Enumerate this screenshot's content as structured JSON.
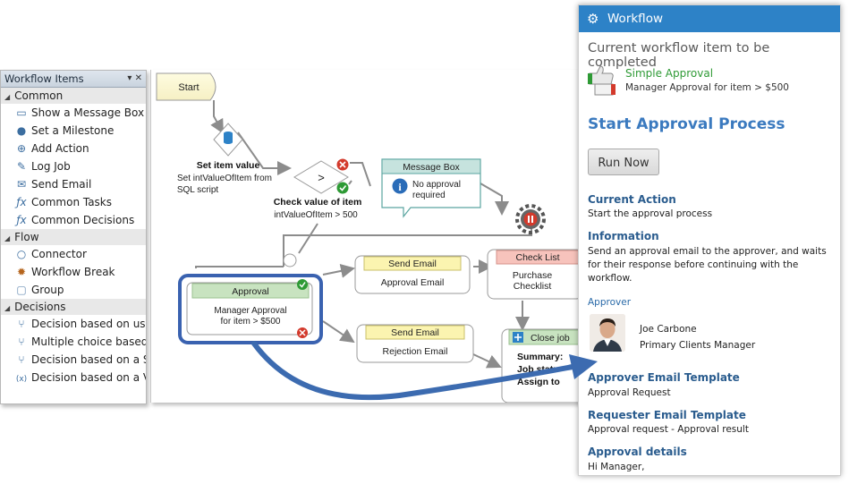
{
  "toolbox": {
    "title": "Workflow Items",
    "controls": "▾ ✕",
    "categories": [
      {
        "label": "Common",
        "items": [
          {
            "label": "Show a Message Box",
            "icon": "message-box-icon"
          },
          {
            "label": "Set a Milestone",
            "icon": "milestone-icon"
          },
          {
            "label": "Add Action",
            "icon": "add-action-icon"
          },
          {
            "label": "Log Job",
            "icon": "log-job-icon"
          },
          {
            "label": "Send Email",
            "icon": "email-icon"
          },
          {
            "label": "Common Tasks",
            "icon": "function-icon"
          },
          {
            "label": "Common Decisions",
            "icon": "function-icon"
          }
        ]
      },
      {
        "label": "Flow",
        "items": [
          {
            "label": "Connector",
            "icon": "connector-icon"
          },
          {
            "label": "Workflow Break",
            "icon": "gear-icon"
          },
          {
            "label": "Group",
            "icon": "group-icon"
          }
        ]
      },
      {
        "label": "Decisions",
        "items": [
          {
            "label": "Decision based on us",
            "icon": "decision-icon"
          },
          {
            "label": "Multiple choice based",
            "icon": "decision-icon"
          },
          {
            "label": "Decision based on a S",
            "icon": "decision-icon"
          },
          {
            "label": "Decision based on a V",
            "icon": "variable-icon"
          }
        ]
      }
    ]
  },
  "canvas": {
    "start": "Start",
    "set_item_title": "Set item value",
    "set_item_desc1": "Set intValueOfItem from",
    "set_item_desc2": "SQL script",
    "gt_symbol": ">",
    "check_title": "Check value of item",
    "check_desc": "intValueOfItem > 500",
    "message_box_title": "Message Box",
    "message_box_body1": "No approval",
    "message_box_body2": "required",
    "approval_title": "Approval",
    "approval_body1": "Manager Approval",
    "approval_body2": "for item > $500",
    "send_email_1_title": "Send Email",
    "send_email_1_body": "Approval Email",
    "send_email_2_title": "Send Email",
    "send_email_2_body": "Rejection Email",
    "checklist_title": "Check List",
    "checklist_body1": "Purchase",
    "checklist_body2": "Checklist",
    "close_job_title": "Close job",
    "close_job_line1": "Summary:",
    "close_job_line2": "Job statu",
    "close_job_line3": "Assign to"
  },
  "panel": {
    "header": "Workflow",
    "subtitle": "Current workflow item to be completed",
    "item_name": "Simple Approval",
    "item_desc": "Manager Approval for item > $500",
    "title": "Start Approval Process",
    "run_button": "Run Now",
    "current_action_h": "Current Action",
    "current_action_t": "Start the approval process",
    "information_h": "Information",
    "information_t": "Send an approval email to the approver, and waits for their response before continuing with the workflow.",
    "approver_label": "Approver",
    "approver_name": "Joe Carbone",
    "approver_role": "Primary Clients Manager",
    "approver_email_h": "Approver Email Template",
    "approver_email_t": "Approval Request",
    "requester_email_h": "Requester Email Template",
    "requester_email_t": "Approval request - Approval result",
    "approval_details_h": "Approval details",
    "approval_details_t": "Hi Manager,"
  },
  "colors": {
    "accent": "#2d82c7",
    "heading": "#2a5c8e",
    "title": "#3b7abf",
    "success": "#2e9a35",
    "error": "#d33a2c",
    "selection": "#3a62b0"
  }
}
